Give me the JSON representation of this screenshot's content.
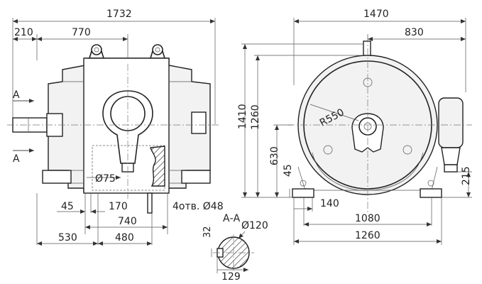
{
  "front_view": {
    "dims": {
      "overall_length": "1732",
      "left_offset": "210",
      "shaft_to_axis": "770",
      "foot_offset": "45",
      "foot_span": "170",
      "foot_distance": "740",
      "to_axis_bottom": "530",
      "axis_to_hole": "480",
      "shaft_diameter": "Ø75",
      "holes": "4отв. Ø48"
    },
    "section_marker_top": "А",
    "section_marker_bottom": "А"
  },
  "side_view": {
    "dims": {
      "overall_width": "1470",
      "half_width": "830",
      "overall_height": "1410",
      "axis_height_top": "1260",
      "axis_height": "630",
      "base_height": "45",
      "terminal_box_height": "215",
      "foot_offset": "140",
      "foot_distance": "1080",
      "base_width": "1260",
      "radius": "R550"
    }
  },
  "section_view": {
    "title": "А-А",
    "diameter": "Ø120",
    "key_depth": "32",
    "key_size": "129"
  }
}
